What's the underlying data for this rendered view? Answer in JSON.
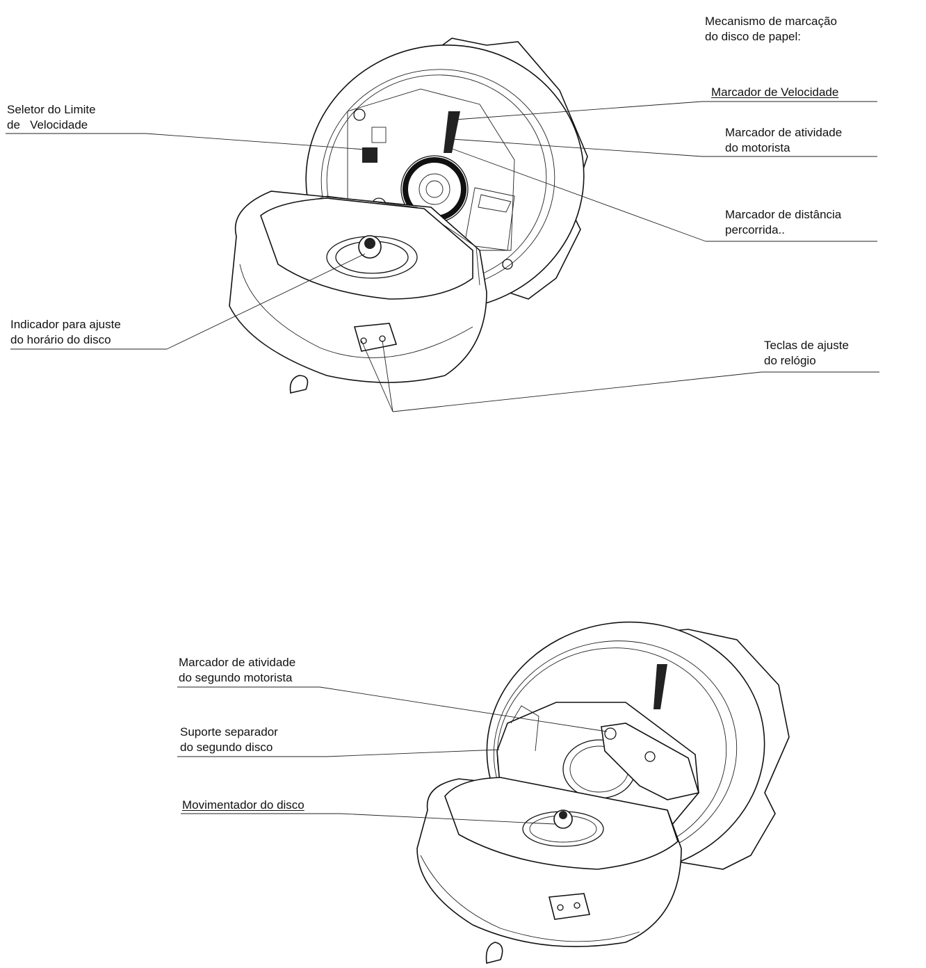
{
  "labels": {
    "mecanismo": [
      "Mecanismo de marcação",
      "do disco de papel:"
    ],
    "marcador_velocidade": "Marcador de Velocidade",
    "marcador_atividade": [
      "Marcador de atividade",
      "do motorista"
    ],
    "marcador_distancia": [
      "Marcador de distância",
      "percorrida.."
    ],
    "teclas": [
      "Teclas de ajuste",
      "do relógio"
    ],
    "seletor": [
      "Seletor do Limite",
      "de   Velocidade"
    ],
    "indicador": [
      "Indicador para ajuste",
      "do horário do disco"
    ],
    "segundo_motorista": [
      "Marcador de atividade",
      "do segundo motorista"
    ],
    "suporte": [
      "Suporte separador",
      "do segundo disco"
    ],
    "movimentador": "Movimentador do disco"
  }
}
